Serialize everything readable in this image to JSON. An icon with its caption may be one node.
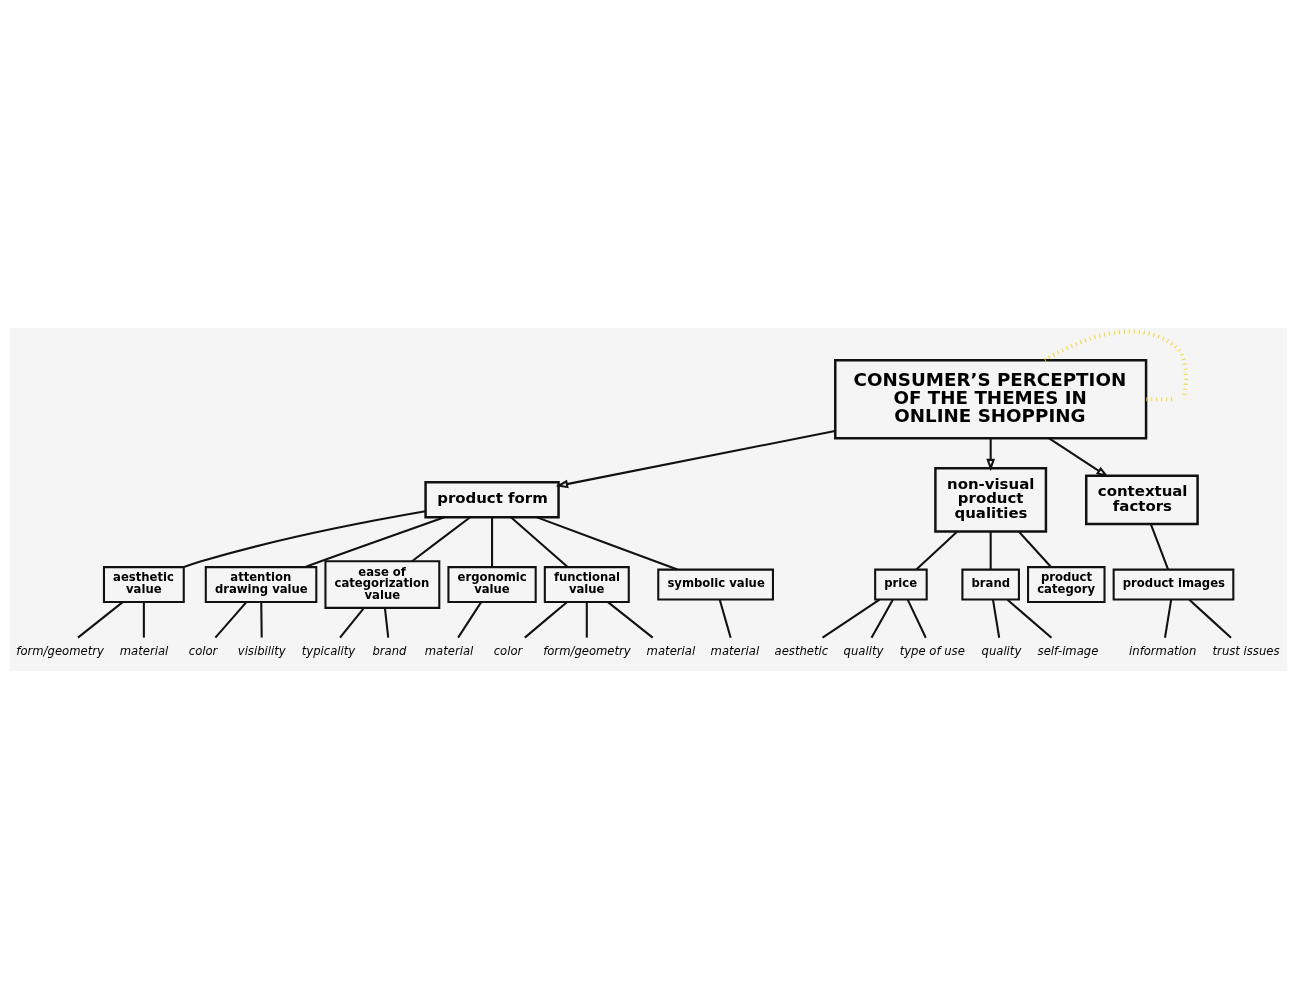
{
  "diagram": {
    "nodes": [
      {
        "text": [
          "CONSUMER’S PERCEPTION OF THE THEMES IN ONLINE SHOPPING"
        ]
      },
      {
        "text": [
          "product form"
        ]
      },
      {
        "text": [
          "aesthetic value"
        ]
      },
      {
        "text": [
          "form/geometry"
        ]
      },
      {
        "text": [
          "material"
        ]
      },
      {
        "text": [
          "attention drawing value"
        ]
      },
      {
        "text": [
          "color"
        ]
      },
      {
        "text": [
          "visibility"
        ]
      },
      {
        "text": [
          "ease of categorization value"
        ]
      },
      {
        "text": [
          "typicality"
        ]
      },
      {
        "text": [
          "brand"
        ]
      },
      {
        "text": [
          "ergonomic value"
        ]
      },
      {
        "text": [
          "material"
        ]
      },
      {
        "text": [
          "functional value"
        ]
      },
      {
        "text": [
          "color"
        ]
      },
      {
        "text": [
          "form/geometry"
        ]
      },
      {
        "text": [
          "material"
        ]
      },
      {
        "text": [
          "symbolic value"
        ]
      },
      {
        "text": [
          "material"
        ]
      },
      {
        "text": [
          "non-visual product qualities"
        ]
      },
      {
        "text": [
          "price"
        ]
      },
      {
        "text": [
          "aesthetic"
        ]
      },
      {
        "text": [
          "quality"
        ]
      },
      {
        "text": [
          "type of use"
        ]
      },
      {
        "text": [
          "brand"
        ]
      },
      {
        "text": [
          "quality"
        ]
      },
      {
        "text": [
          "self-image"
        ]
      },
      {
        "text": [
          "product category"
        ]
      },
      {
        "text": [
          "contextual factors"
        ]
      },
      {
        "text": [
          "product images"
        ]
      },
      {
        "text": [
          "information"
        ]
      },
      {
        "text": [
          "trust issues"
        ]
      }
    ],
    "edges": [
      {
        "from": 0,
        "to": 1,
        "arrow": "to"
      },
      {
        "from": 0,
        "to": 19,
        "arrow": "to"
      },
      {
        "from": 0,
        "to": 28,
        "arrow": "to"
      },
      {
        "from": 0,
        "to": null,
        "arrow": "none",
        "style": "dashed",
        "color": "#f5d20a"
      },
      {
        "from": 0,
        "to": null,
        "arrow": "none",
        "style": "dashed",
        "color": "#f5d20a"
      },
      {
        "from": 1,
        "to": 2,
        "arrow": "none"
      },
      {
        "from": 2,
        "to": 3,
        "arrow": "none"
      },
      {
        "from": 2,
        "to": 4,
        "arrow": "none"
      },
      {
        "from": 1,
        "to": 5,
        "arrow": "none"
      },
      {
        "from": 5,
        "to": 6,
        "arrow": "none"
      },
      {
        "from": 5,
        "to": 7,
        "arrow": "none"
      },
      {
        "from": 1,
        "to": 8,
        "arrow": "none"
      },
      {
        "from": 8,
        "to": 9,
        "arrow": "none"
      },
      {
        "from": 8,
        "to": 10,
        "arrow": "none"
      },
      {
        "from": 1,
        "to": 11,
        "arrow": "none"
      },
      {
        "from": 11,
        "to": 12,
        "arrow": "none"
      },
      {
        "from": 1,
        "to": 13,
        "arrow": "none"
      },
      {
        "from": 13,
        "to": 14,
        "arrow": "none"
      },
      {
        "from": 13,
        "to": 15,
        "arrow": "none"
      },
      {
        "from": 13,
        "to": 16,
        "arrow": "none"
      },
      {
        "from": 1,
        "to": 17,
        "arrow": "none"
      },
      {
        "from": 17,
        "to": 18,
        "arrow": "none"
      },
      {
        "from": 19,
        "to": 20,
        "arrow": "none"
      },
      {
        "from": 20,
        "to": 21,
        "arrow": "none"
      },
      {
        "from": 20,
        "to": 22,
        "arrow": "none"
      },
      {
        "from": 20,
        "to": 23,
        "arrow": "none"
      },
      {
        "from": 19,
        "to": 24,
        "arrow": "none"
      },
      {
        "from": 24,
        "to": 25,
        "arrow": "none"
      },
      {
        "from": 24,
        "to": 26,
        "arrow": "none"
      },
      {
        "from": 19,
        "to": 27,
        "arrow": "none"
      },
      {
        "from": 28,
        "to": 29,
        "arrow": "none"
      },
      {
        "from": 29,
        "to": 30,
        "arrow": "none"
      },
      {
        "from": 29,
        "to": 31,
        "arrow": "none"
      }
    ]
  }
}
